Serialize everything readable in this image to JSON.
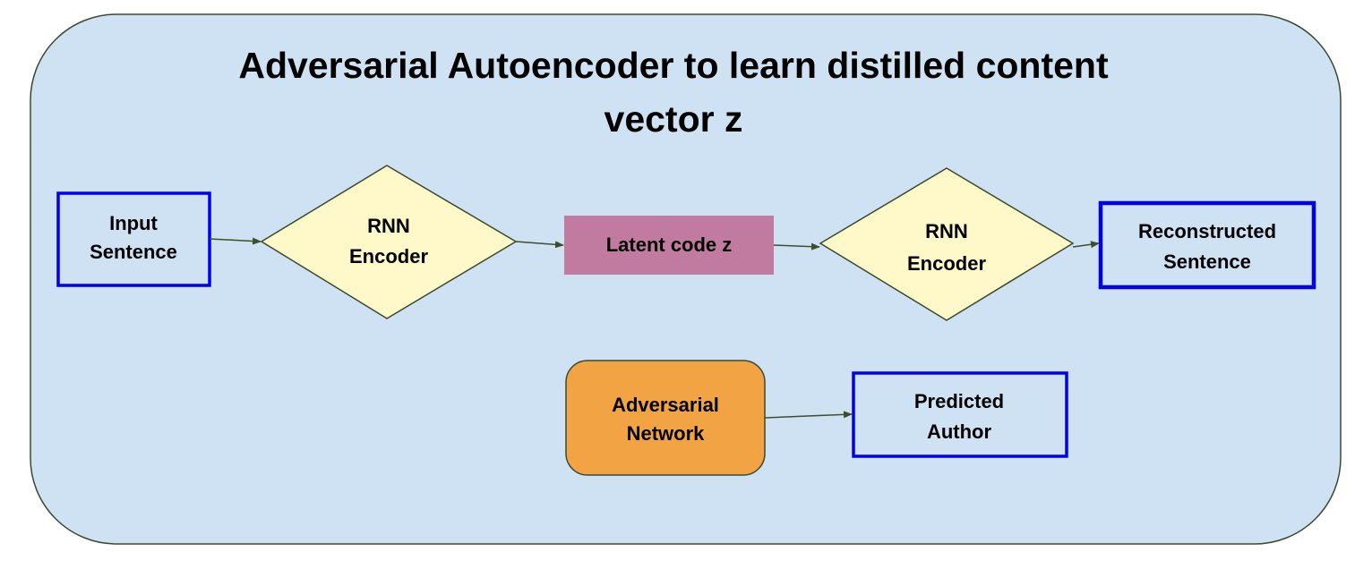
{
  "title": {
    "line1": "Adversarial Autoencoder to learn distilled content",
    "line2": "vector z"
  },
  "nodes": {
    "input_sentence": {
      "line1": "Input",
      "line2": "Sentence"
    },
    "rnn_encoder_1": {
      "line1": "RNN",
      "line2": "Encoder"
    },
    "latent_code": {
      "line1": "Latent code z"
    },
    "rnn_encoder_2": {
      "line1": "RNN",
      "line2": "Encoder"
    },
    "reconstructed_sentence": {
      "line1": "Reconstructed",
      "line2": "Sentence"
    },
    "adversarial_network": {
      "line1": "Adversarial",
      "line2": "Network"
    },
    "predicted_author": {
      "line1": "Predicted",
      "line2": "Author"
    }
  },
  "colors": {
    "panel_fill": "#cfe2f3",
    "panel_stroke": "#3a4a2e",
    "blue_box_stroke": "#0000ee",
    "diamond_fill": "#fff9c9",
    "diamond_stroke": "#3a4a2e",
    "latent_fill": "#c27ba0",
    "adversarial_fill": "#f2a444",
    "arrow": "#3d4f2a"
  }
}
